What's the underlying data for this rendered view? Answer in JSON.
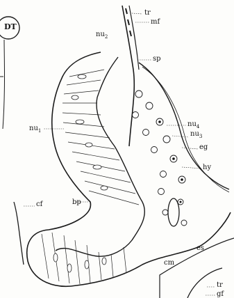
{
  "figure": {
    "corner_label": "DT",
    "labels": {
      "tr": "tr",
      "mf": "mf",
      "nu2": "nu",
      "nu2_sub": "2",
      "sp": "sp",
      "nu4": "nu",
      "nu4_sub": "4",
      "nu3": "nu",
      "nu3_sub": "3",
      "eg": "eg",
      "nu1": "nu",
      "nu1_sub": "1",
      "hy": "hy",
      "cf": "cf",
      "bp": "bp",
      "es": "es",
      "cm": "cm",
      "tr_inset": "tr",
      "gf": "gf"
    }
  }
}
